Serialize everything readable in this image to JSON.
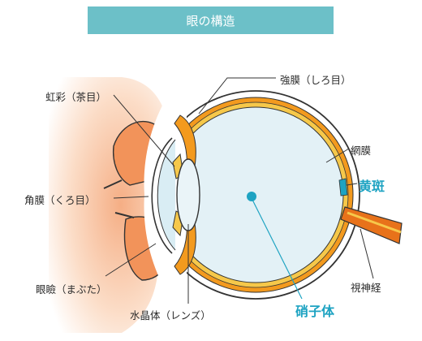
{
  "title": "眼の構造",
  "labels": {
    "sclera": "強膜（しろ目）",
    "iris": "虹彩（茶目）",
    "retina": "網膜",
    "macula": "黄斑",
    "cornea": "角膜（くろ目）",
    "eyelid": "眼瞼（まぶた）",
    "optic_nerve": "視神経",
    "vitreous": "硝子体",
    "lens": "水晶体（レンズ）"
  },
  "colors": {
    "title_bg": "#6cc0c8",
    "accent_text": "#1ea3c2",
    "vitreous_fill": "#e3f1f6",
    "choroid": "#f39a1e",
    "skin": "#f7c9a8",
    "optic_nerve": "#e8721a",
    "point": "#1ea3c2"
  }
}
